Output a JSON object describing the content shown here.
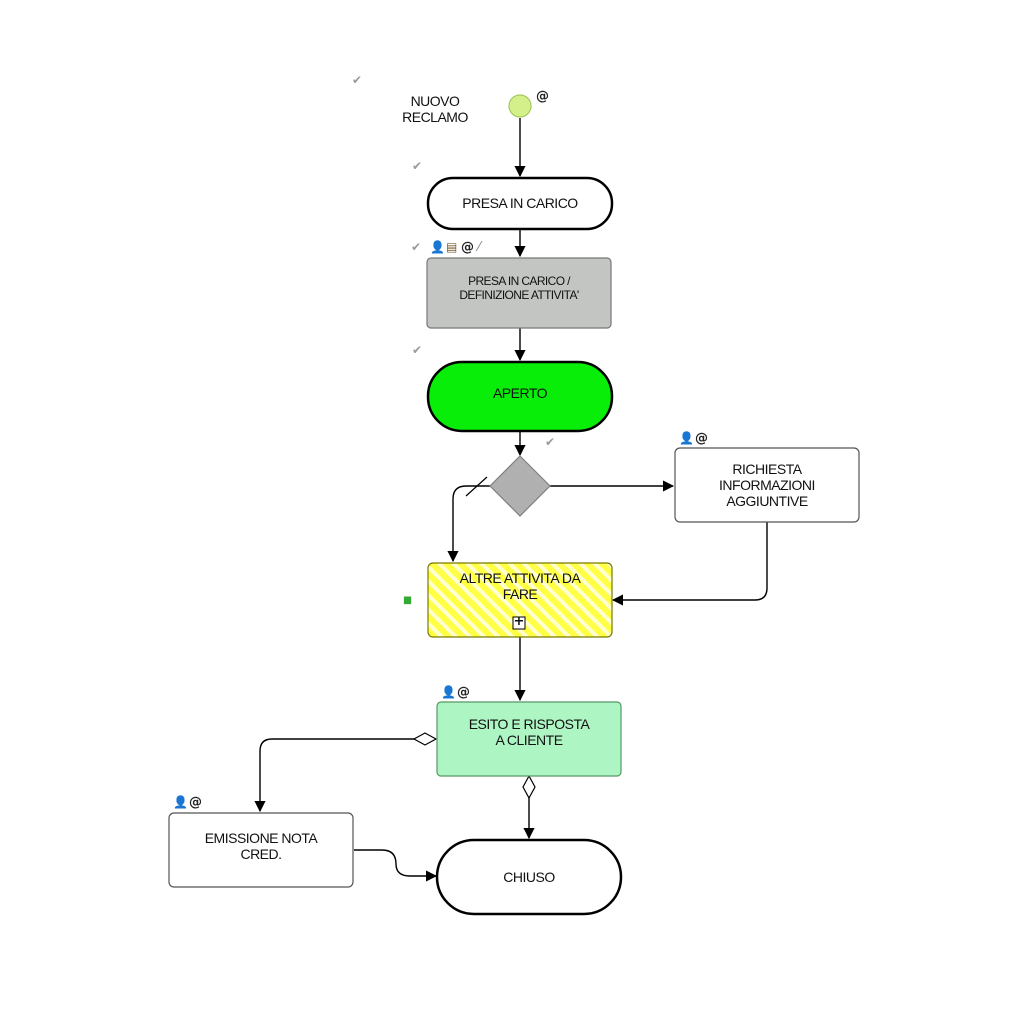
{
  "nodes": {
    "start_label": "NUOVO\nRECLAMO",
    "presa_in_carico": "PRESA IN CARICO",
    "presa_definizione": "PRESA IN CARICO /\nDEFINIZIONE ATTIVITA'",
    "aperto": "APERTO",
    "richiesta_info": "RICHIESTA\nINFORMAZIONI\nAGGIUNTIVE",
    "altre_attivita": "ALTRE ATTIVITA DA\nFARE",
    "esito_risposta": "ESITO E RISPOSTA\nA CLIENTE",
    "emissione_nota": "EMISSIONE NOTA\nCRED.",
    "chiuso": "CHIUSO"
  },
  "glyphs": {
    "at": "@",
    "check": "✔",
    "user": "👤",
    "expand": "+",
    "pause": "▮▮"
  },
  "colors": {
    "start_event": "#d3f08a",
    "gray_task": "#c2c5c2",
    "aperto_fill": "#08ee08",
    "hatch_yellow": "#ffff44",
    "esito_fill": "#aef5c4",
    "gateway": "#b0b0b0",
    "pause_green": "#33aa33"
  }
}
